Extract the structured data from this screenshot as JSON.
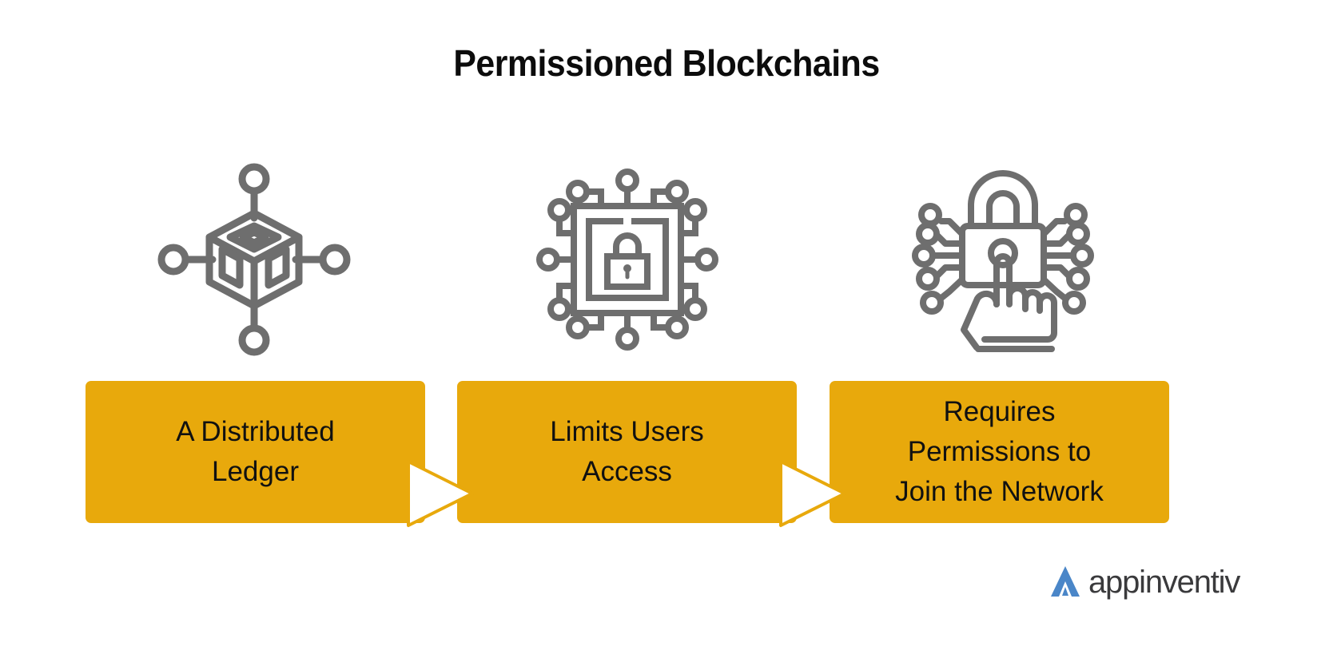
{
  "title": "Permissioned Blockchains",
  "colors": {
    "box_fill": "#E8A90C",
    "icon_stroke": "#6E6E6E",
    "text_dark": "#111111",
    "logo_blue": "#4A86C8",
    "logo_text": "#3A3A3C",
    "background": "#FFFFFF"
  },
  "steps": [
    {
      "id": "step-1",
      "icon_name": "blockchain-node-cube-icon",
      "label": "A Distributed\nLedger"
    },
    {
      "id": "step-2",
      "icon_name": "secure-chip-lock-icon",
      "label": "Limits Users\nAccess"
    },
    {
      "id": "step-3",
      "icon_name": "padlock-finger-permission-icon",
      "label": "Requires\nPermissions to\nJoin the Network"
    }
  ],
  "connectors": [
    {
      "id": "arrow-1",
      "icon_name": "chevron-right-arrow-icon"
    },
    {
      "id": "arrow-2",
      "icon_name": "chevron-right-arrow-icon"
    }
  ],
  "logo": {
    "mark_name": "appinventiv-a-mark-icon",
    "text": "appinventiv"
  }
}
